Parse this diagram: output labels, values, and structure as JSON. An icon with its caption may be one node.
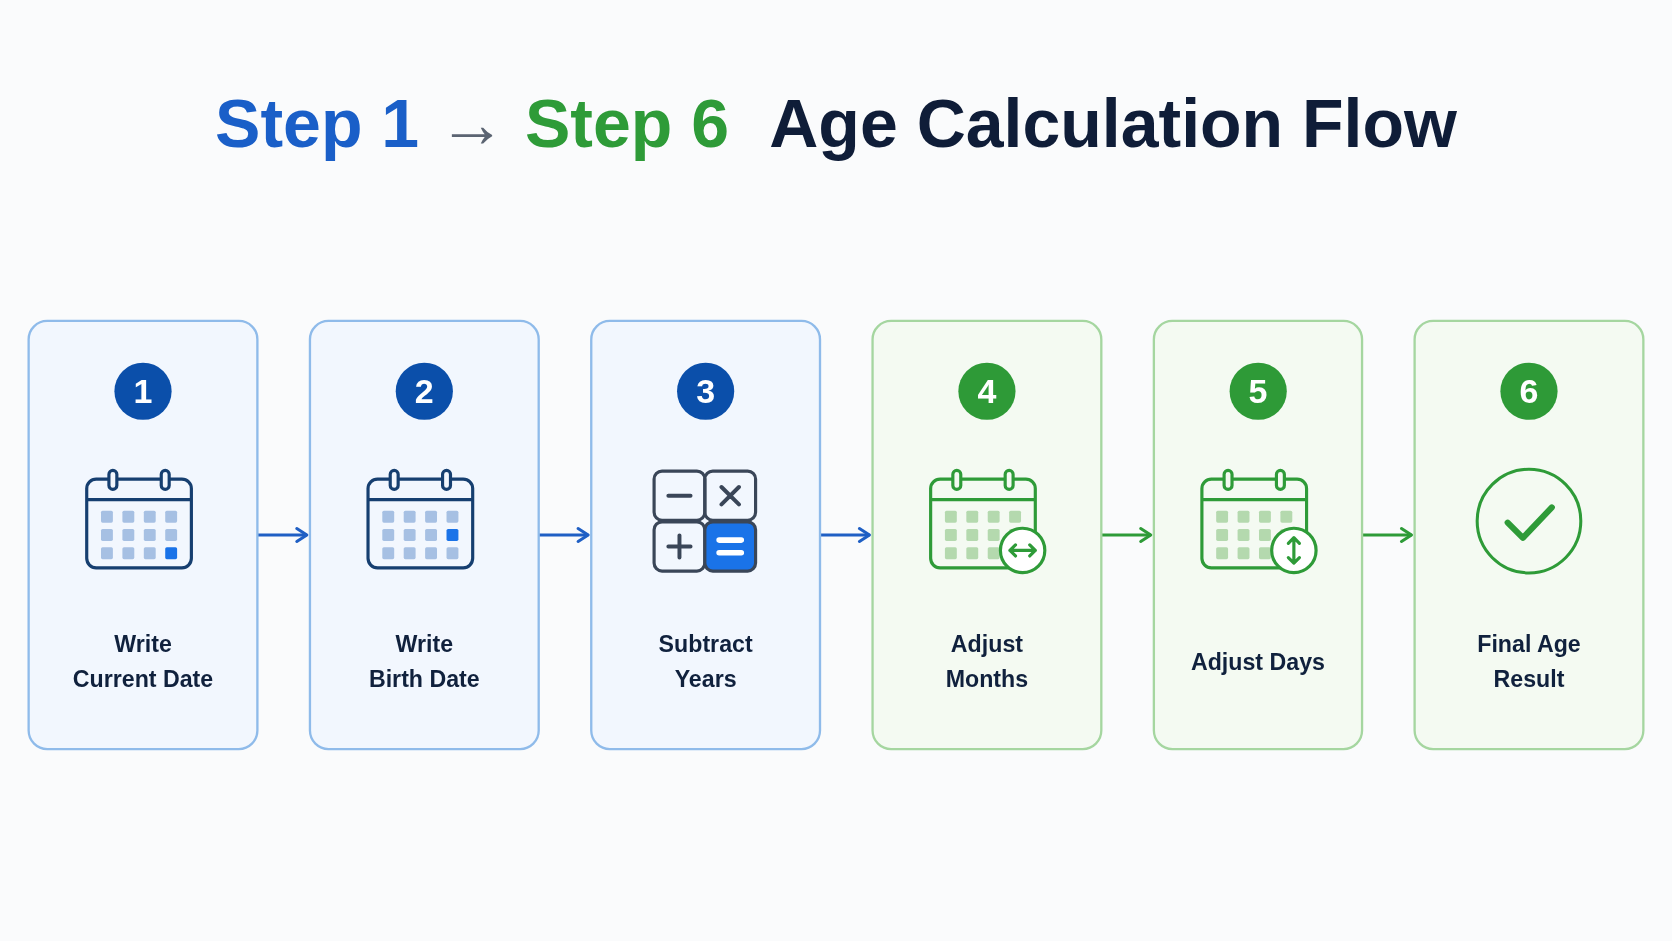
{
  "diagram": {
    "title": "Step 1 → Step 6 Age Calculation Flow",
    "nodes": [
      {
        "text": [
          "1",
          "Write Current Date"
        ]
      },
      {
        "text": [
          "2",
          "Write Birth Date"
        ]
      },
      {
        "text": [
          "3",
          "Subtract Years"
        ]
      },
      {
        "text": [
          "4",
          "Adjust Months"
        ]
      },
      {
        "text": [
          "5",
          "Adjust Days"
        ]
      },
      {
        "text": [
          "6",
          "Final Age Result"
        ]
      }
    ],
    "edges": [
      {
        "from": 0,
        "to": 1,
        "arrow": "to"
      },
      {
        "from": 1,
        "to": 2,
        "arrow": "to"
      },
      {
        "from": 2,
        "to": 3,
        "arrow": "to"
      },
      {
        "from": 3,
        "to": 4,
        "arrow": "to",
        "color": "#2e9b38"
      },
      {
        "from": 4,
        "to": 5,
        "arrow": "to",
        "color": "#2e9b38"
      }
    ]
  }
}
